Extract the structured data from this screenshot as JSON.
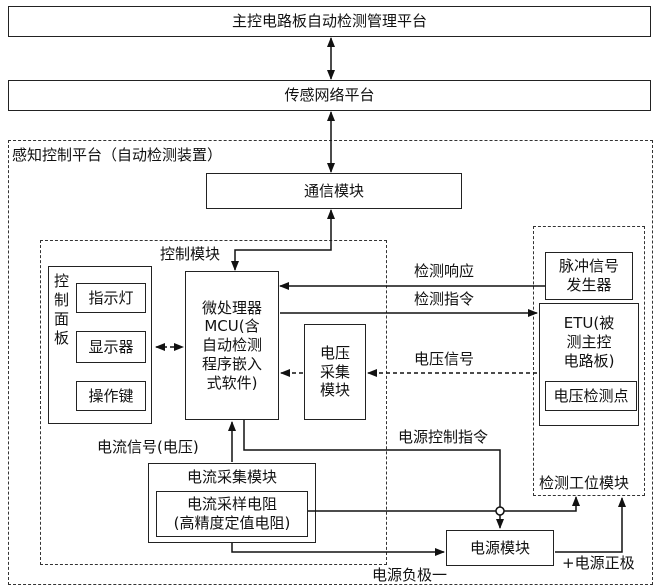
{
  "top_platform": "主控电路板自动检测管理平台",
  "sensor_network": "传感网络平台",
  "sensing_platform": "感知控制平台（自动检测装置）",
  "comm_module": "通信模块",
  "control_module": "控制模块",
  "control_panel": "控\n制\n面\n板",
  "indicator": "指示灯",
  "display": "显示器",
  "keys": "操作键",
  "mcu": "微处理器\nMCU(含\n自动检测\n程序嵌入\n式软件)",
  "voltage_acq": "电压\n采集\n模块",
  "current_acq": "电流采集模块",
  "current_resistor": "电流采样电阻\n(高精度定值电阻)",
  "pulse_gen": "脉冲信号\n发生器",
  "etu": "ETU(被\n测主控\n电路板)",
  "voltage_point": "电压检测点",
  "station_module": "检测工位模块",
  "power_module": "电源模块",
  "labels": {
    "detect_response": "检测响应",
    "detect_command": "检测指令",
    "voltage_signal": "电压信号",
    "current_signal": "电流信号(电压)",
    "power_control": "电源控制指令",
    "neg_pole": "电源负极一",
    "pos_pole": "+电源正极"
  }
}
